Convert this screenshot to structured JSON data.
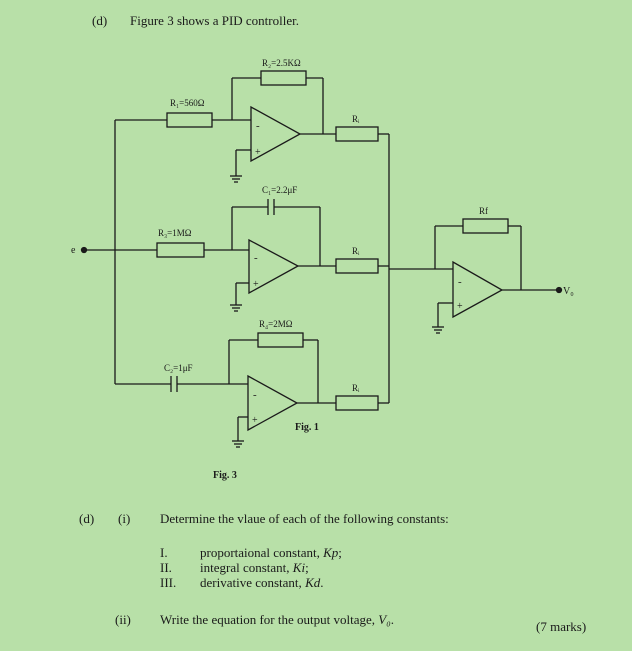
{
  "header": {
    "label": "(d)",
    "intro": "Figure 3 shows a PID controller."
  },
  "circuit": {
    "r1": "R₁=560Ω",
    "r2": "R₂=2.5KΩ",
    "r3": "R₃=1MΩ",
    "r4": "R₄=2MΩ",
    "c1": "C₁=2.2μF",
    "c2": "C₂=1μF",
    "rc_top": "Rᵢ",
    "rc_mid": "Rᵢ",
    "rc_bot": "Rᵢ",
    "rf": "Rf",
    "input": "e",
    "output": "V₀",
    "fig1": "Fig. 1",
    "fig3": "Fig. 3",
    "minus": "-",
    "plus": "+"
  },
  "question": {
    "part_label": "(d)",
    "i_label": "(i)",
    "i_text": "Determine the vlaue of each of the following constants:",
    "items": [
      {
        "num": "I.",
        "text": "proportaional constant, ",
        "sym": "Kp",
        "end": ";"
      },
      {
        "num": "II.",
        "text": "integral constant, ",
        "sym": "Ki",
        "end": ";"
      },
      {
        "num": "III.",
        "text": "derivative constant, ",
        "sym": "Kd",
        "end": "."
      }
    ],
    "ii_label": "(ii)",
    "ii_text": "Write the equation for the output voltage, ",
    "ii_sym": "V₀",
    "ii_end": ".",
    "marks": "(7 marks)"
  }
}
